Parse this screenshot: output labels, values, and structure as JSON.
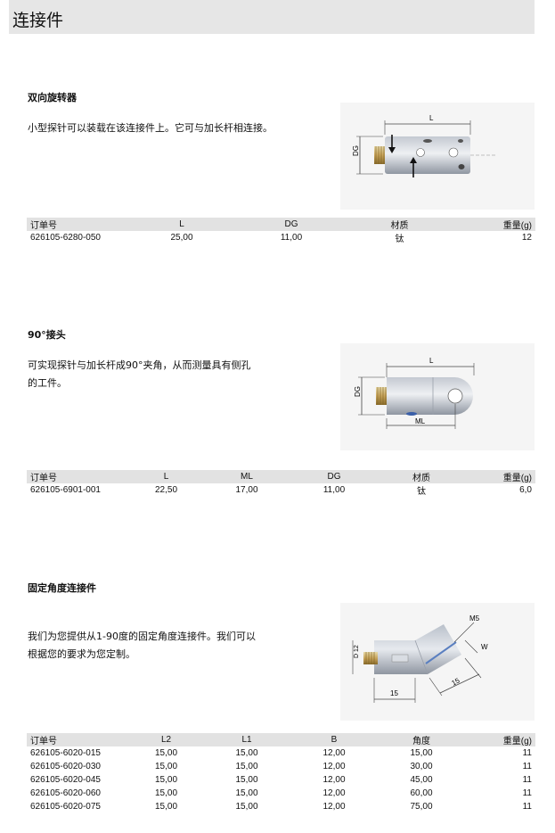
{
  "header": {
    "title": "连接件"
  },
  "sections": [
    {
      "title": "双向旋转器",
      "description": [
        "小型探针可以装载在该连接件上。它可与加长杆相连接。"
      ],
      "figure": {
        "labels": {
          "length": "L",
          "diameter": "DG"
        }
      },
      "table": {
        "columns": [
          "订单号",
          "L",
          "DG",
          "材质",
          "重量(g)"
        ],
        "rows": [
          [
            "626105-6280-050",
            "25,00",
            "11,00",
            "钛",
            "12"
          ]
        ]
      }
    },
    {
      "title": "90°接头",
      "description": [
        "可实现探针与加长杆成90°夹角，从而测量具有侧孔",
        "的工件。"
      ],
      "figure": {
        "labels": {
          "length": "L",
          "diameter": "DG",
          "ml": "ML"
        }
      },
      "table": {
        "columns": [
          "订单号",
          "L",
          "ML",
          "DG",
          "材质",
          "重量(g)"
        ],
        "rows": [
          [
            "626105-6901-001",
            "22,50",
            "17,00",
            "11,00",
            "钛",
            "6,0"
          ]
        ]
      }
    },
    {
      "title": "固定角度连接件",
      "description": [
        "我们为您提供从1-90度的固定角度连接件。我们可以",
        "根据您的要求为您定制。"
      ],
      "figure": {
        "labels": {
          "thread": "M5",
          "width": "W",
          "diameter": "D 12",
          "len1": "15",
          "len2": "15"
        }
      },
      "table": {
        "columns": [
          "订单号",
          "L2",
          "L1",
          "B",
          "角度",
          "重量(g)"
        ],
        "rows": [
          [
            "626105-6020-015",
            "15,00",
            "15,00",
            "12,00",
            "15,00",
            "11"
          ],
          [
            "626105-6020-030",
            "15,00",
            "15,00",
            "12,00",
            "30,00",
            "11"
          ],
          [
            "626105-6020-045",
            "15,00",
            "15,00",
            "12,00",
            "45,00",
            "11"
          ],
          [
            "626105-6020-060",
            "15,00",
            "15,00",
            "12,00",
            "60,00",
            "11"
          ],
          [
            "626105-6020-075",
            "15,00",
            "15,00",
            "12,00",
            "75,00",
            "11"
          ]
        ]
      }
    }
  ]
}
